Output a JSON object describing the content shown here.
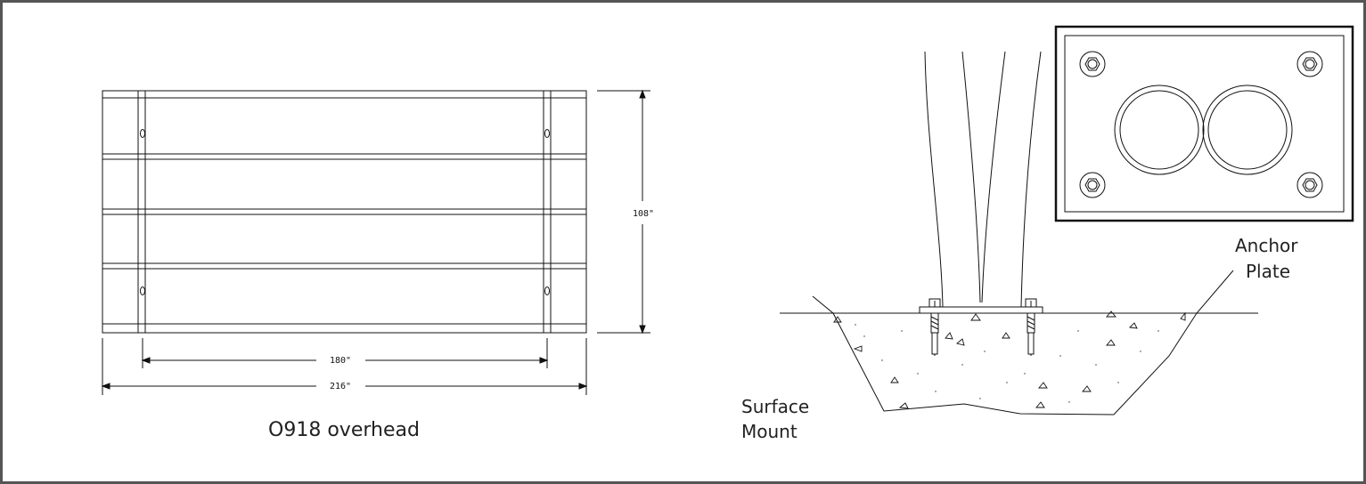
{
  "overhead_view": {
    "caption": "O918 overhead",
    "dims": {
      "height": "108\"",
      "inner_width": "180\"",
      "outer_width": "216\""
    }
  },
  "section_view": {
    "surface_label_line1": "Surface",
    "surface_label_line2": "Mount",
    "plate_label_line1": "Anchor",
    "plate_label_line2": "Plate"
  },
  "colors": {
    "line": "#111111",
    "frame": "#555555"
  }
}
